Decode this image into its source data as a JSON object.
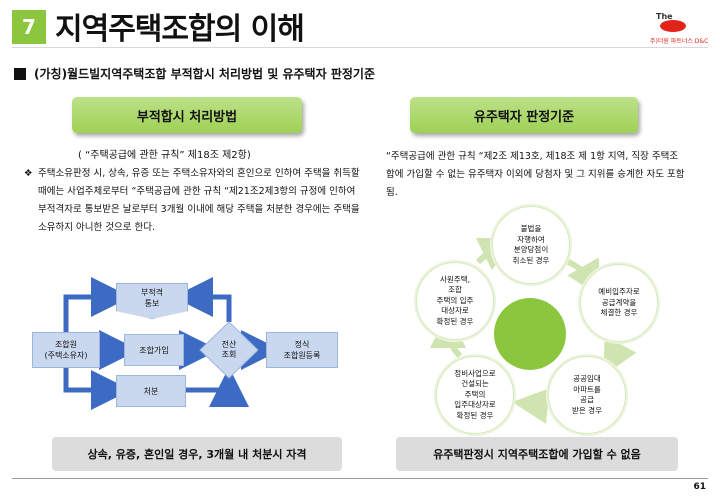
{
  "header": {
    "section_number": "7",
    "title": "지역주택조합의 이해",
    "logo_line1": "The",
    "logo_line2": "주)더원 파트너스 D&C"
  },
  "subtitle": "(가칭)월드빌지역주택조합 부적합시 처리방법 및 유주택자 판정기준",
  "left": {
    "heading": "부적합시 처리방법",
    "reference": "( “주택공급에 관한 규칙” 제18조 제2항)",
    "bullet": "❖",
    "body": "주택소유판정 시, 상속, 유증 또는 주택소유자와의 혼인으로 인하여 주택을 취득할 때에는 사업주체로부터 “주택공급에 관한 규칙 “제21조2제3항의 규정에 인하여 부적격자로 통보받은 날로부터 3개월 이내에 해당 주택을 처분한 경우에는 주택을 소유하지 아니한 것으로 한다.",
    "flow": {
      "box_owner": "조합원\n(주택소유자)",
      "box_join": "조합가입",
      "box_notice": "부적격\n통보",
      "box_dispose": "처분",
      "box_review": "전산\n조회",
      "box_register": "정식\n조합원등록"
    },
    "footer": "상속, 유증, 혼인일 경우, 3개월 내 처분시 자격"
  },
  "right": {
    "heading": "유주택자 판정기준",
    "body": "“주택공급에 관한 규칙 “제2조 제13호, 제18조 제 1항 지역, 직장 주택조합에 가입할 수 없는 유주택자 이외에 당첨자 및 그 지위를 승계한 자도 포함됨.",
    "cycle": {
      "top": "불법을\n자행하여\n분양당첨이\n취소된 경우",
      "right": "예비입주자로\n공급계약을\n체결한 경우",
      "bottom_right": "공공임대\n아파트를\n공급\n받은 경우",
      "bottom_left": "정비사업으로\n건설되는\n주택의\n입주대상자로\n확정된 경우",
      "left": "사원주택,\n조합\n주택의 입주\n대상자로\n확정된 경우"
    },
    "footer": "유주택판정시 지역주택조합에 가입할 수 없음"
  },
  "page_number": "61",
  "colors": {
    "accent_green": "#8cc63f",
    "flow_blue": "#3d6bc4",
    "box_fill": "#c9d8ee",
    "bar_grey": "#dcdcdc"
  }
}
